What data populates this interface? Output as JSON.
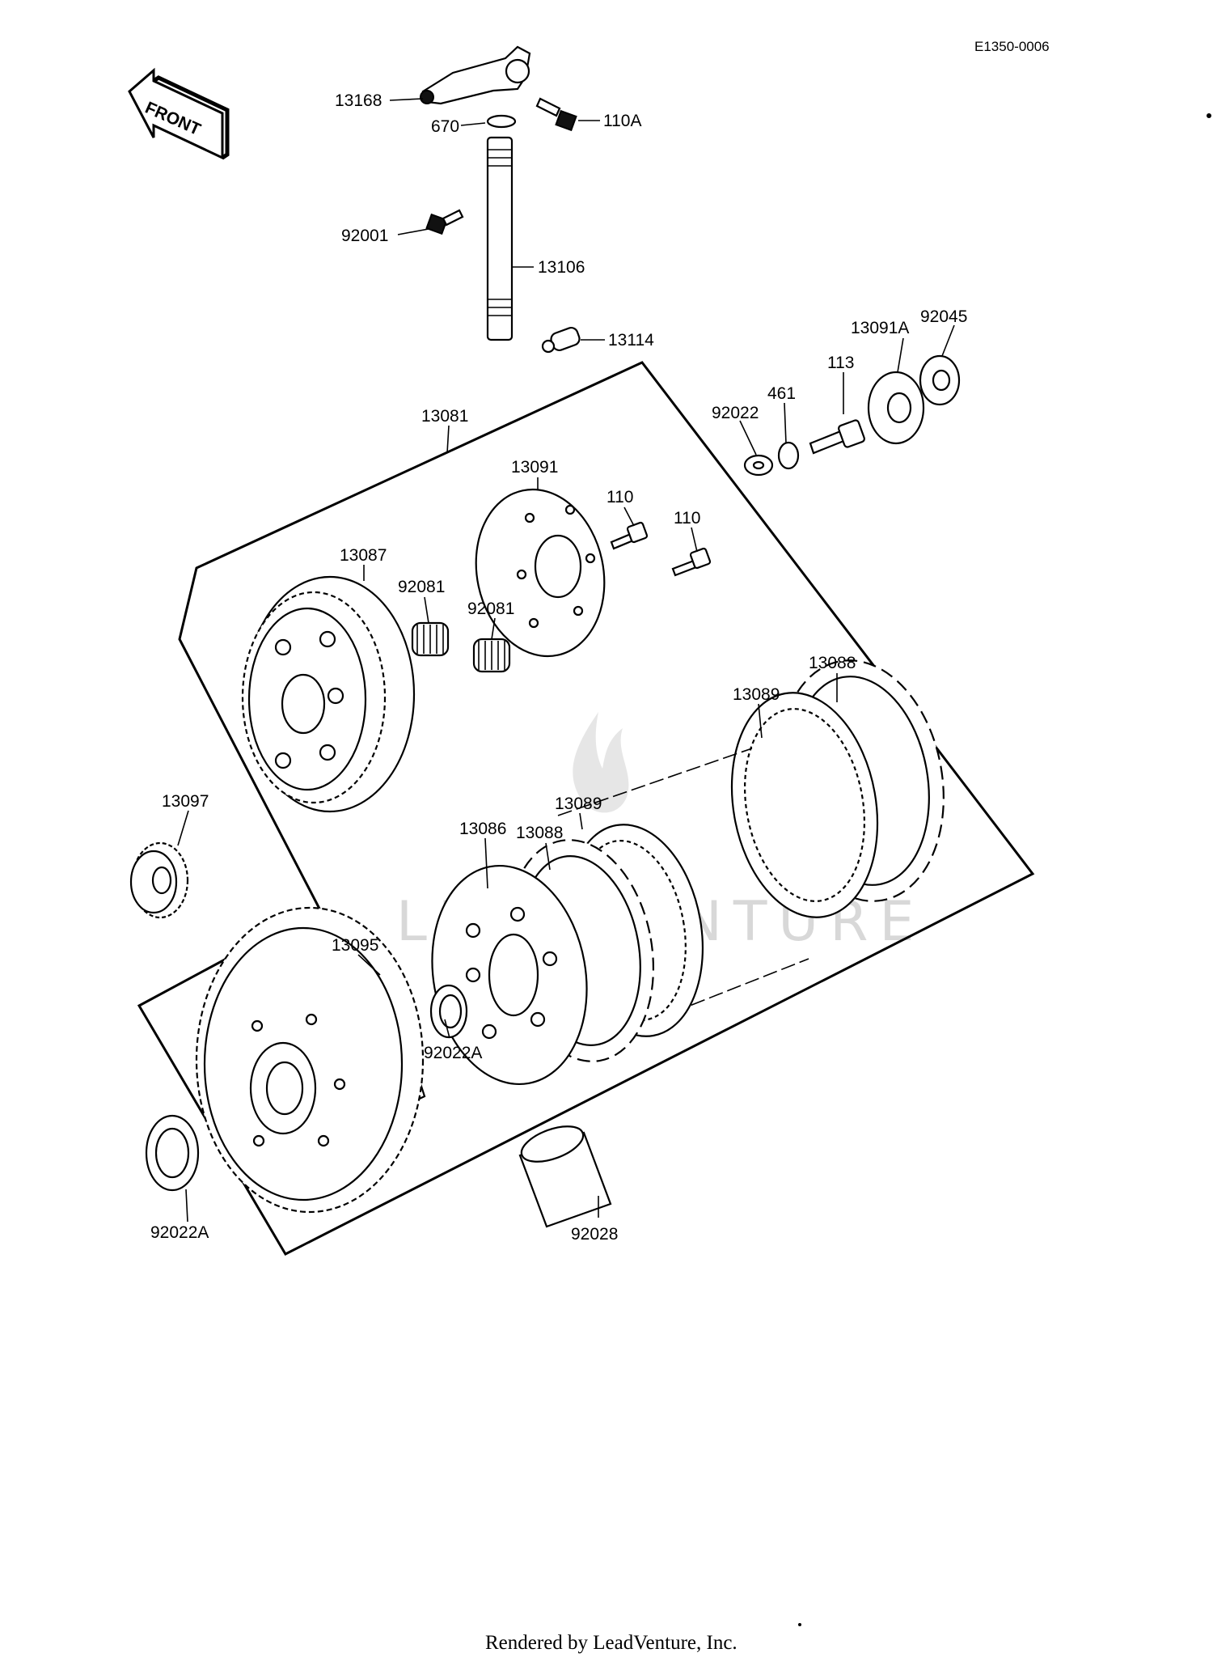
{
  "diagram_code": "E1350-0006",
  "front_label": "FRONT",
  "footer": "Rendered by LeadVenture, Inc.",
  "watermark": "LEADVENTURE",
  "parts": {
    "p13168": "13168",
    "p670": "670",
    "p110A": "110A",
    "p92001": "92001",
    "p13106": "13106",
    "p13114": "13114",
    "p13091A": "13091A",
    "p92045": "92045",
    "p113": "113",
    "p461": "461",
    "p92022": "92022",
    "p13081": "13081",
    "p13091": "13091",
    "p110a": "110",
    "p110b": "110",
    "p13087": "13087",
    "p92081a": "92081",
    "p92081b": "92081",
    "p13088a": "13088",
    "p13089a": "13089",
    "p13097": "13097",
    "p13089b": "13089",
    "p13088b": "13088",
    "p13086": "13086",
    "p13095": "13095",
    "p92022Aa": "92022A",
    "p92022Ab": "92022A",
    "p92028": "92028"
  }
}
